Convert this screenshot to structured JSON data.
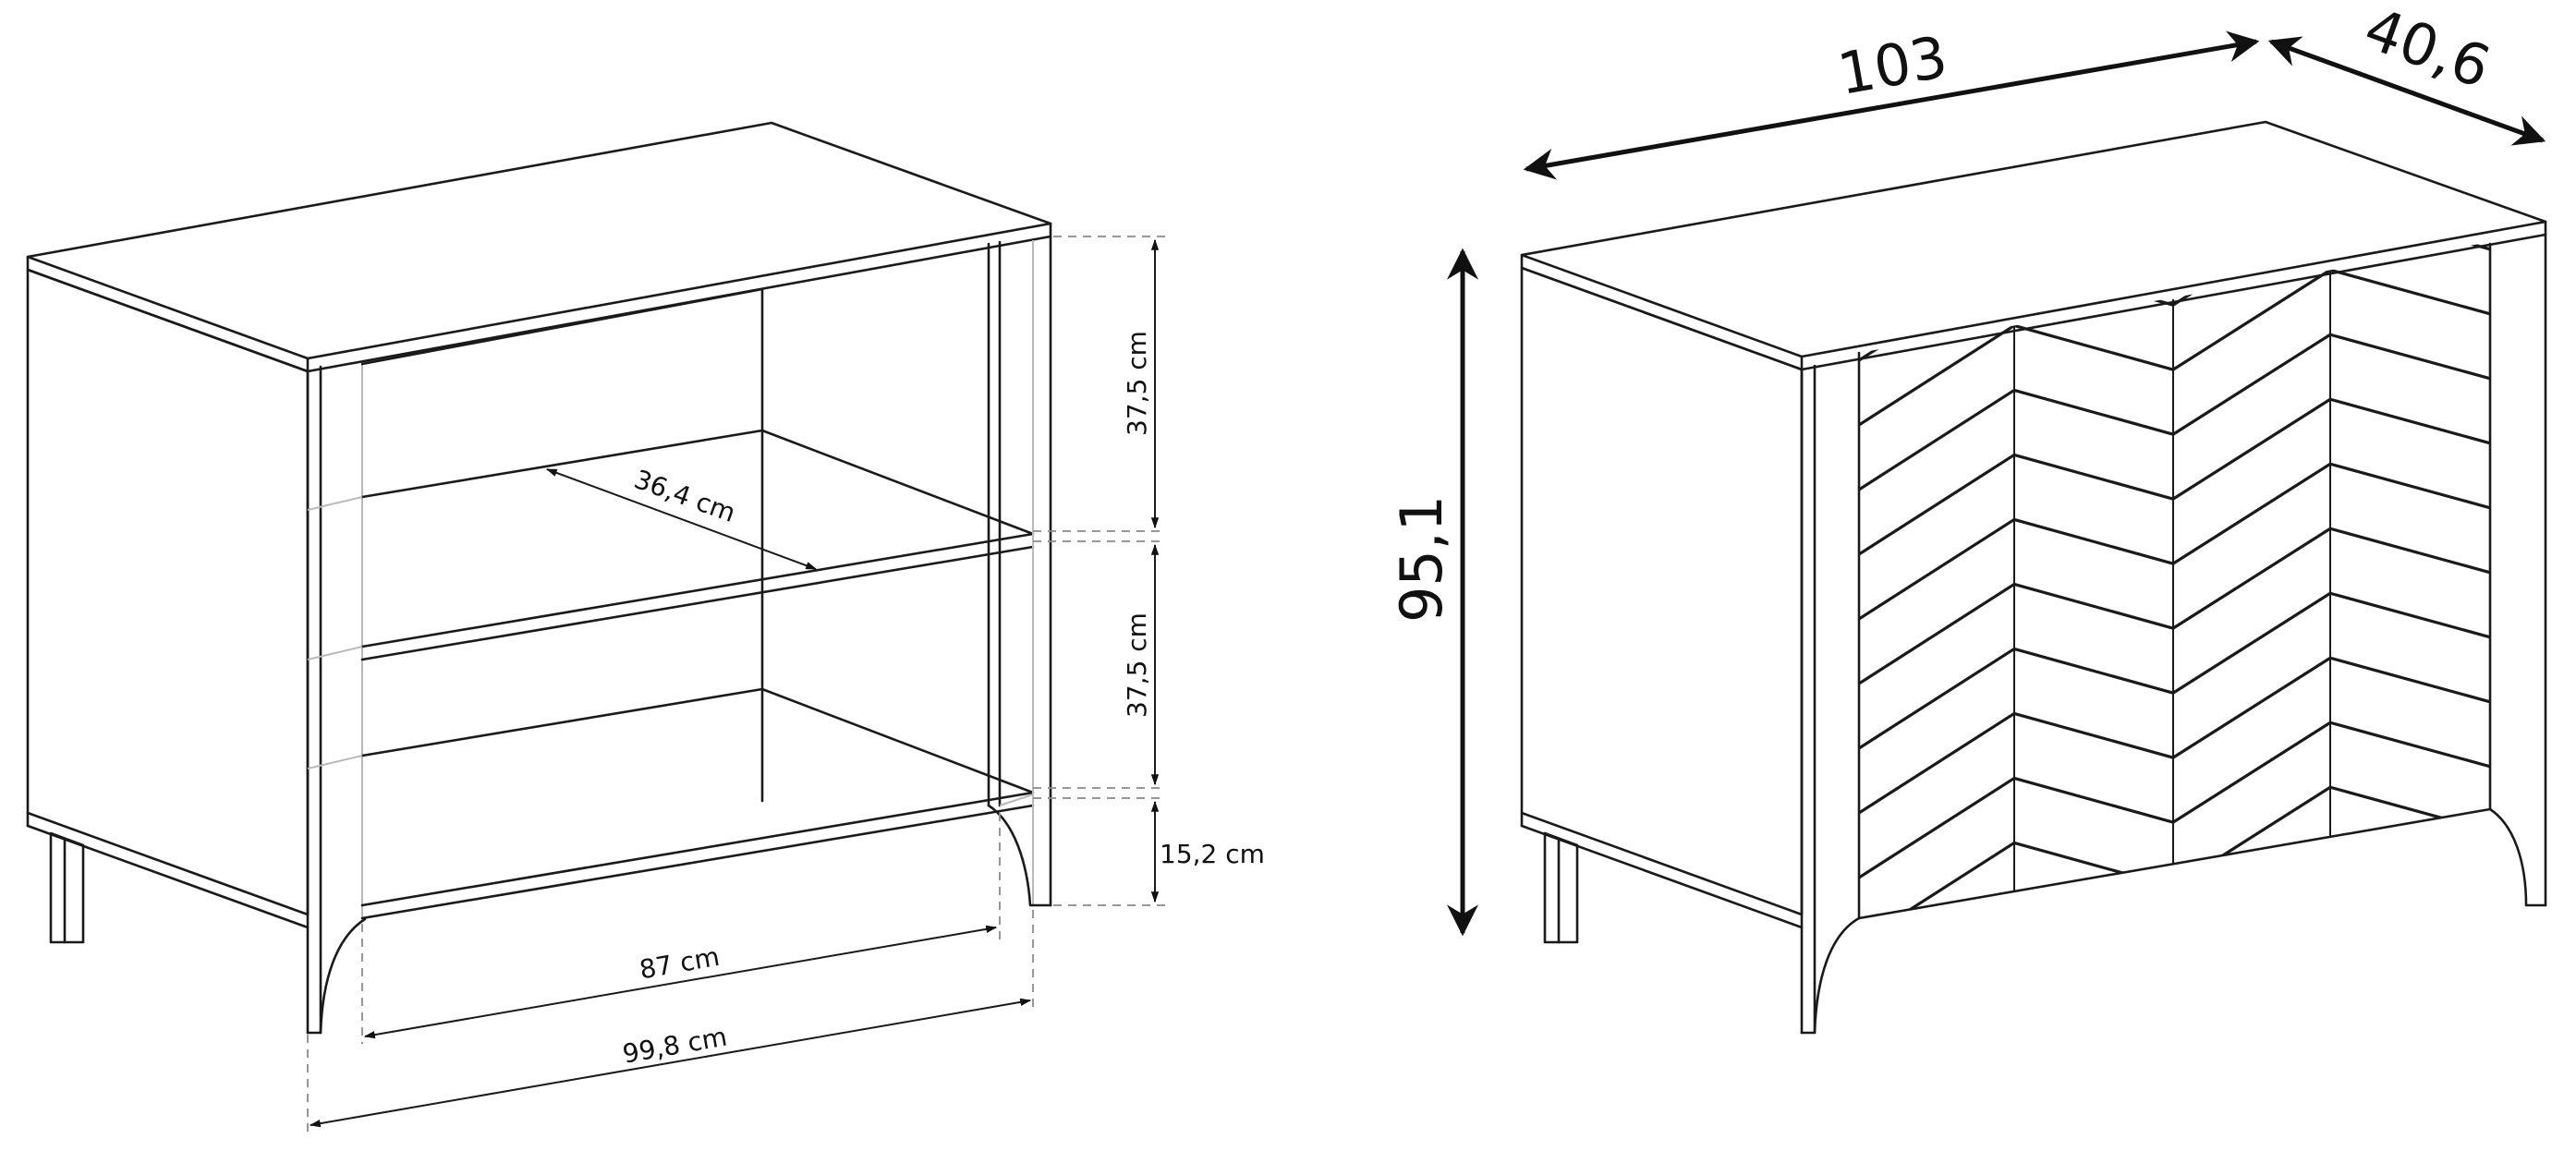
{
  "left_view": {
    "dimensions": {
      "shelf_upper_height": "37,5 cm",
      "shelf_lower_height": "37,5 cm",
      "leg_height": "15,2 cm",
      "shelf_depth": "36,4 cm",
      "inner_width": "87 cm",
      "outer_width": "99,8 cm"
    }
  },
  "right_view": {
    "dimensions": {
      "width": "103",
      "depth": "40,6",
      "height": "95,1"
    }
  }
}
